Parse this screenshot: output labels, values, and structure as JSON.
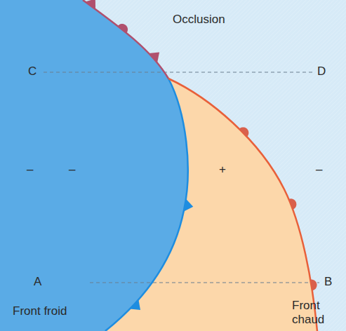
{
  "diagram": {
    "labels": [
      "Occlusion",
      "C",
      "D",
      "–",
      "–",
      "+",
      "–",
      "A",
      "B",
      "Front froid",
      "Front chaud"
    ]
  }
}
